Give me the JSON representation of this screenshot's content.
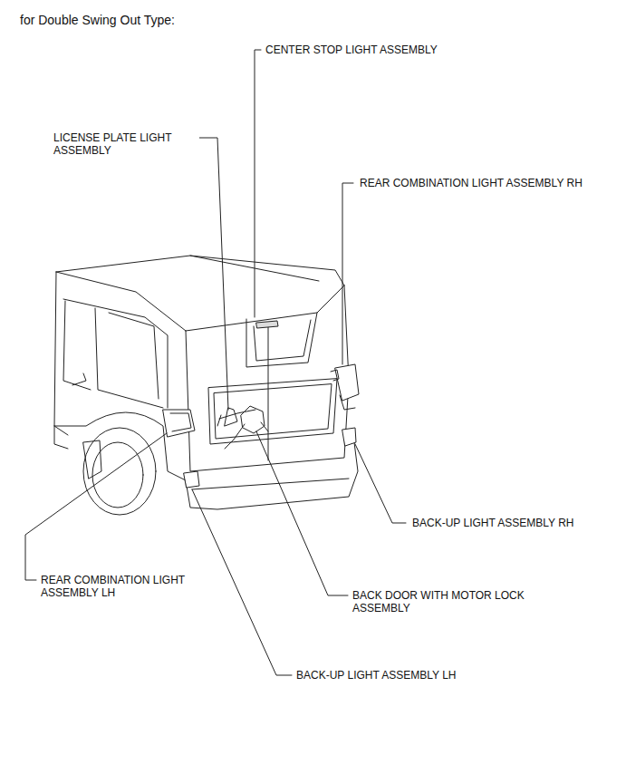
{
  "diagram": {
    "title": "for Double Swing Out Type:",
    "labels": [
      "CENTER STOP LIGHT ASSEMBLY",
      "LICENSE PLATE LIGHT ASSEMBLY",
      "REAR COMBINATION LIGHT ASSEMBLY RH",
      "BACK-UP LIGHT ASSEMBLY RH",
      "REAR COMBINATION LIGHT ASSEMBLY LH",
      "BACK DOOR WITH MOTOR LOCK ASSEMBLY",
      "BACK-UP LIGHT ASSEMBLY LH"
    ]
  }
}
